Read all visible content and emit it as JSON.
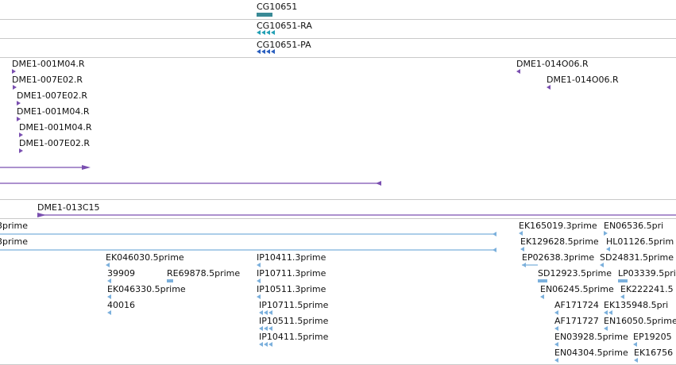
{
  "colors": {
    "gene": "#3a8a96",
    "transcript_ra": "#23a0b5",
    "transcript_pa": "#2a5fbf",
    "cdna": "#7a4fb0",
    "est": "#7bb0dc",
    "separator": "#c9c9c9"
  },
  "gene_track": {
    "label": "CG10651"
  },
  "transcripts": [
    {
      "label": "CG10651-RA"
    },
    {
      "label": "CG10651-PA"
    }
  ],
  "cdna_labels": [
    "DME1-001M04.R",
    "DME1-007E02.R",
    "DME1-007E02.R",
    "DME1-001M04.R",
    "DME1-001M04.R",
    "DME1-007E02.R",
    "DME1-014O06.R",
    "DME1-014O06.R",
    "DME1-013C15"
  ],
  "est_labels": [
    "3prime",
    "3prime",
    "EK046030.5prime",
    "39909",
    "RE69878.5prime",
    "EK046330.5prime",
    "40016",
    "IP10411.3prime",
    "IP10711.3prime",
    "IP10511.3prime",
    "IP10711.5prime",
    "IP10511.5prime",
    "IP10411.5prime",
    "EK165019.3prime",
    "EN06536.5pri",
    "EK129628.5prime",
    "HL01126.5prim",
    "EP02638.3prime",
    "SD24831.5prime",
    "SD12923.5prime",
    "LP03339.5pri",
    "EN06245.5prime",
    "EK222241.5",
    "AF171724",
    "EK135948.5pri",
    "AF171727",
    "EN16050.5prime",
    "EN03928.5prime",
    "EP19205",
    "EN04304.5prime",
    "EK16756"
  ]
}
